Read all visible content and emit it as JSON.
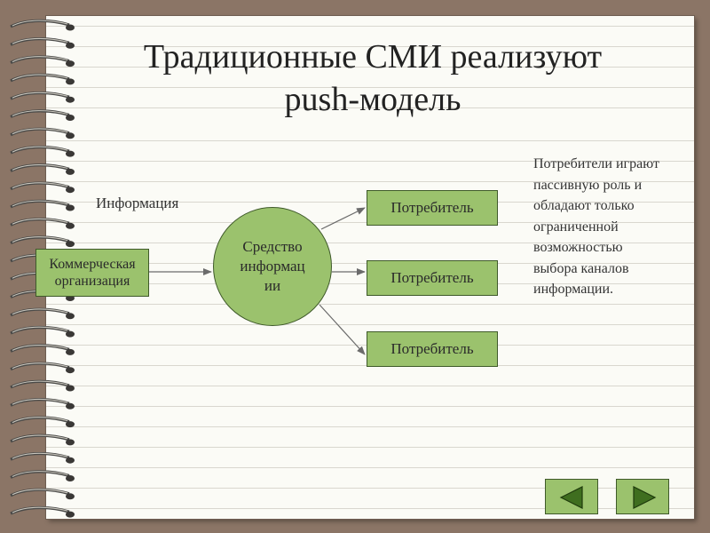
{
  "slide": {
    "title_line1": "Традиционные СМИ реализуют",
    "title_line2": "push-модель"
  },
  "diagram": {
    "info_label": "Информация",
    "source": "Коммерческая организация",
    "hub": "Средство информации",
    "consumers": [
      "Потребитель",
      "Потребитель",
      "Потребитель"
    ]
  },
  "side_note": "Потребители играют пассивную роль и обладают только ограниченной возможностью выбора каналов информации.",
  "nav": {
    "prev_icon": "triangle-left-icon",
    "next_icon": "triangle-right-icon"
  },
  "colors": {
    "box_fill": "#9bc26d",
    "box_border": "#3f5a2a",
    "arrow": "#6b6b6b",
    "paper": "#fbfbf6",
    "background": "#8b7566"
  }
}
